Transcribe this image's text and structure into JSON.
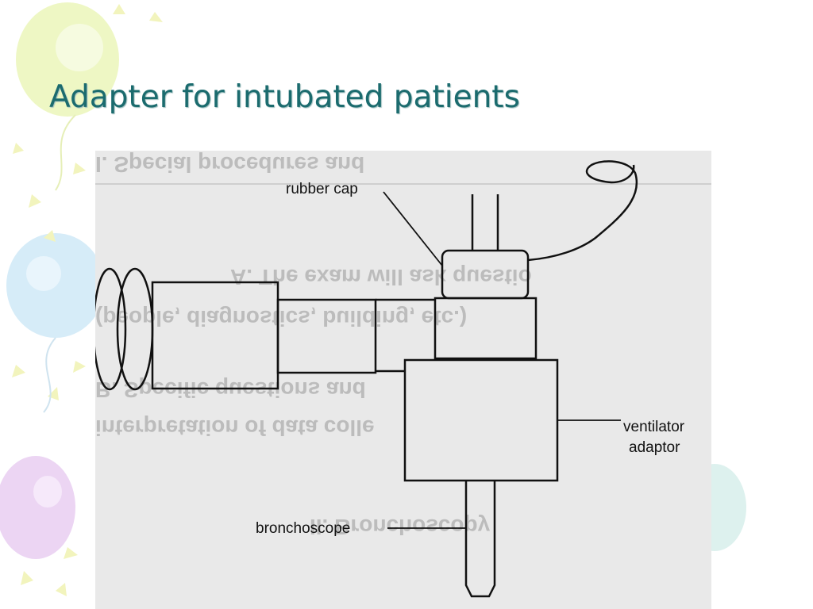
{
  "slide": {
    "title": "Adapter for intubated patients"
  },
  "diagram": {
    "labels": {
      "rubber_cap": "rubber cap",
      "ventilator_adaptor_line1": "ventilator",
      "ventilator_adaptor_line2": "adaptor",
      "bronchoscope": "bronchoscope"
    },
    "show_through_text": [
      "I.    Special procedures and",
      "A.   The exam will ask questio",
      "(people, diagnostics, building, etc.)",
      "B.   Specific questions and",
      "interpretation of data colle",
      "II.   Bronchoscopy"
    ]
  },
  "colors": {
    "title": "#1b6b6e",
    "figure_bg": "#e9e9e9",
    "line": "#111111"
  }
}
